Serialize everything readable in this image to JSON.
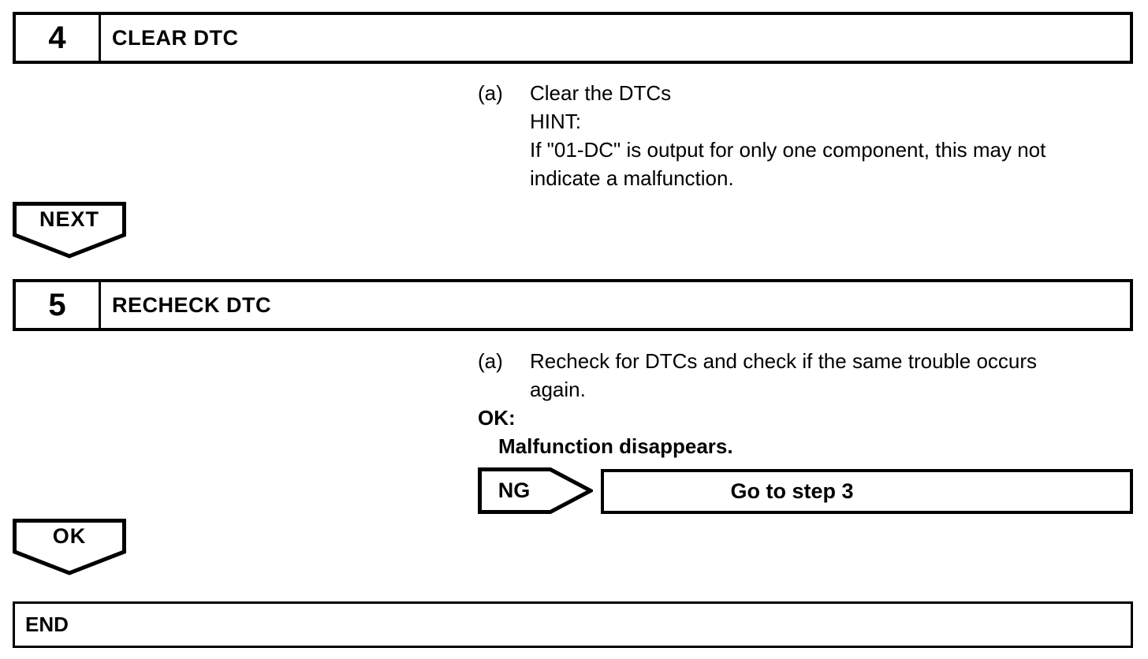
{
  "colors": {
    "ink": "#000000",
    "background": "#ffffff"
  },
  "step4": {
    "number": "4",
    "title": "CLEAR DTC",
    "instruction": {
      "marker": "(a)",
      "line1": "Clear the DTCs",
      "line2": "HINT:",
      "line3": "If \"01-DC\" is output for only one component, this may not",
      "line4": "indicate a malfunction."
    }
  },
  "next_connector": {
    "label": "NEXT"
  },
  "step5": {
    "number": "5",
    "title": "RECHECK DTC",
    "instruction": {
      "marker": "(a)",
      "line1": "Recheck for DTCs and check if the same trouble occurs",
      "line2": "again."
    },
    "ok_criteria": {
      "label": "OK:",
      "text": "Malfunction disappears."
    },
    "ng_branch": {
      "label": "NG",
      "action": "Go to step 3"
    }
  },
  "ok_connector": {
    "label": "OK"
  },
  "end_box": {
    "label": "END"
  }
}
